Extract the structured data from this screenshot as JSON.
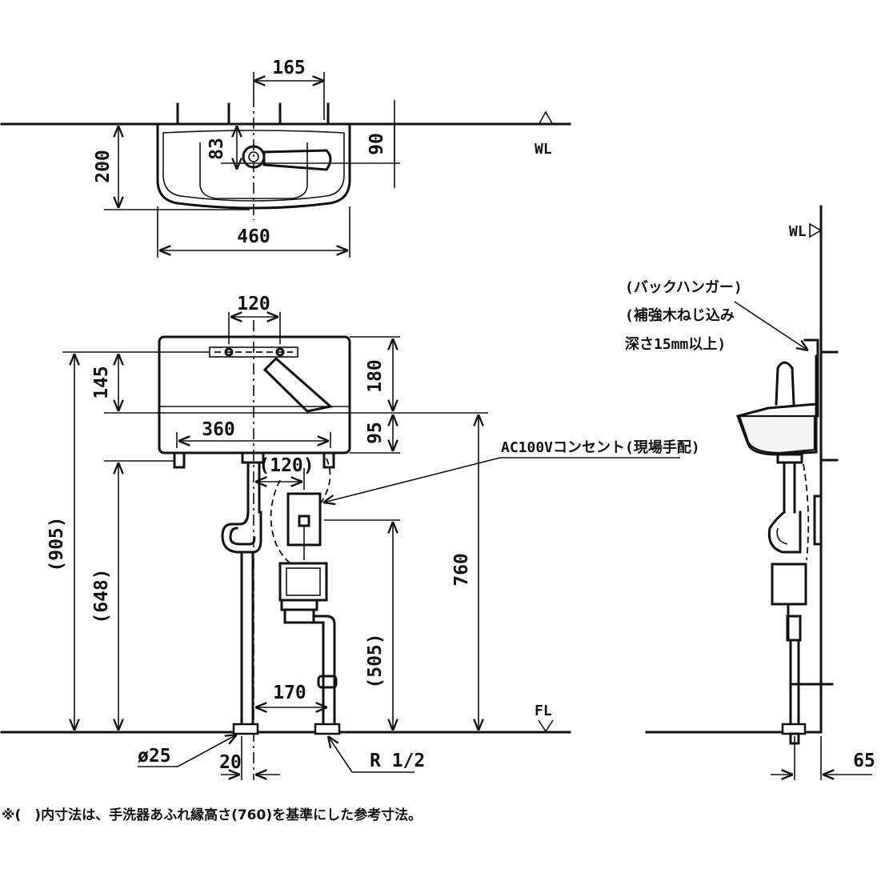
{
  "top_view": {
    "dim_165": "165",
    "dim_200": "200",
    "dim_460": "460",
    "dim_83": "83",
    "dim_90": "90",
    "wl_label": "WL"
  },
  "front_view": {
    "dim_120": "120",
    "dim_145": "145",
    "dim_180": "180",
    "dim_360": "360",
    "dim_95": "95",
    "dim_120_paren": "(120)",
    "dim_905": "(905)",
    "dim_648": "(648)",
    "dim_760": "760",
    "dim_505": "(505)",
    "dim_170": "170",
    "dim_20": "20",
    "dia_25": "ø25",
    "r_half": "R 1/2",
    "fl_label": "FL",
    "outlet_label": "AC100Vコンセント(現場手配)"
  },
  "side_view": {
    "wl_label": "WL",
    "hanger_line1": "(バックハンガー)",
    "hanger_line2": "(補強木ねじ込み",
    "hanger_line3": "深さ15mm以上)",
    "dim_65": "65"
  },
  "footnote": "※(　)内寸法は、手洗器あふれ縁高さ(760)を基準にした参考寸法。"
}
